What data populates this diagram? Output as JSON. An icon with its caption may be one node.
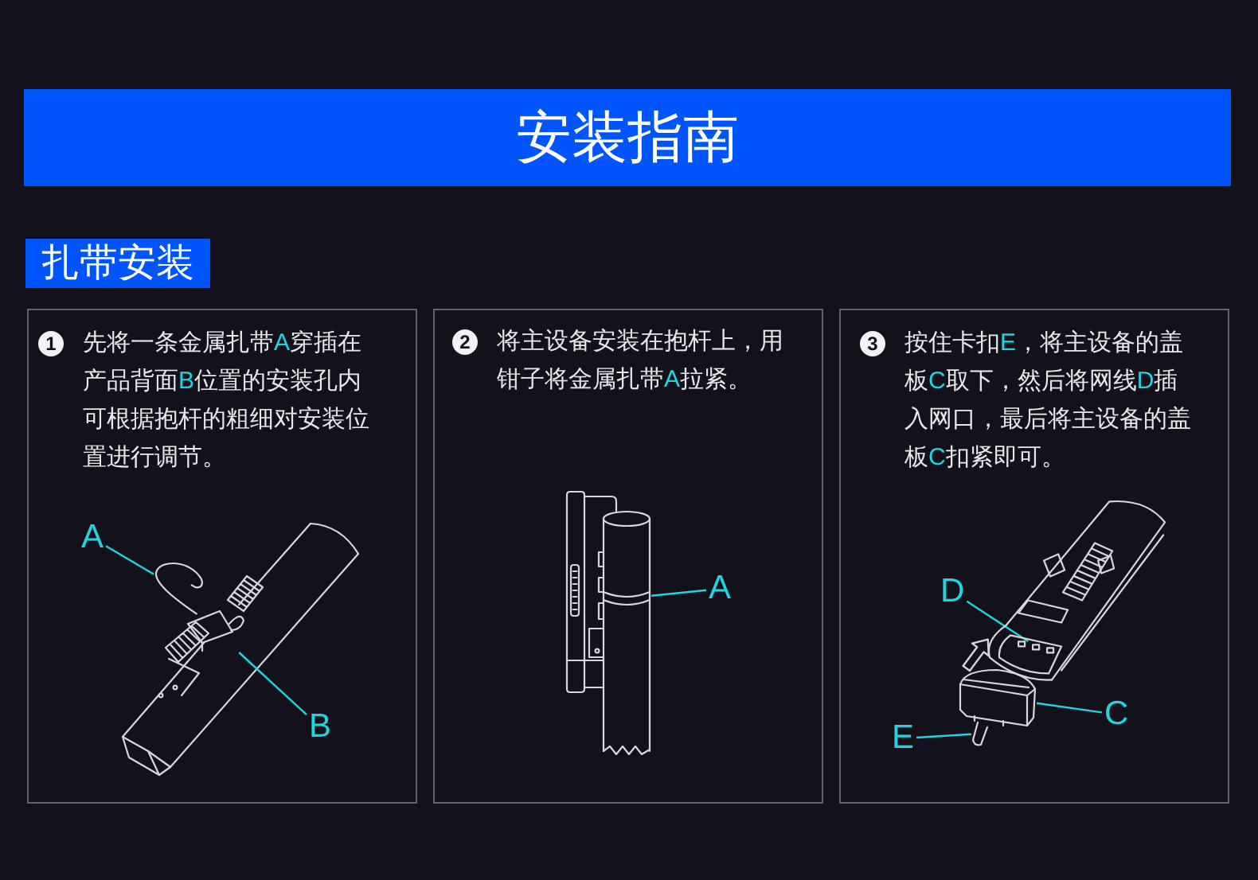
{
  "diagram": {
    "title": "安装指南",
    "nodes": [
      {
        "text": [
          "扎带安装"
        ]
      },
      {
        "text": [
          "先将一条金属扎带A穿插在产品背面B位置的安装孔内可根据抱杆的粗细对安装位置进行调节。"
        ]
      },
      {
        "text": [
          "1"
        ],
        "in": 1
      },
      {
        "text": [
          "A"
        ],
        "in": 1
      },
      {
        "text": [],
        "shape": "picture",
        "in": 1
      },
      {
        "text": [
          "B"
        ],
        "in": 1
      },
      {
        "text": [],
        "shape": "picture",
        "in": 1
      },
      {
        "text": [
          "将主设备安装在抱杆上，用钳子将金属扎带A拉紧。"
        ]
      },
      {
        "text": [
          "2"
        ],
        "in": 7
      },
      {
        "text": [],
        "shape": "picture",
        "in": 7
      },
      {
        "text": [
          "A"
        ],
        "in": 7
      },
      {
        "text": [
          "按住卡扣E，将主设备的盖板C取下，然后将网线D插入网口，最后将主设备的盖板C扣紧即可。"
        ]
      },
      {
        "text": [
          "3"
        ],
        "in": 11
      },
      {
        "text": [],
        "shape": "picture",
        "in": 11
      },
      {
        "text": [
          "D"
        ],
        "in": 11
      },
      {
        "text": [],
        "shape": "picture",
        "in": 13
      },
      {
        "text": [],
        "shape": "picture",
        "in": 11
      },
      {
        "text": [
          "C"
        ],
        "in": 11
      },
      {
        "text": [
          "E"
        ],
        "in": 11
      },
      {
        "text": [],
        "shape": "picture",
        "in": 11
      }
    ],
    "edges": [
      {
        "from": 3,
        "to": 4,
        "arrow": "none"
      },
      {
        "from": 5,
        "to": 6,
        "arrow": "none"
      },
      {
        "from": 10,
        "to": 9,
        "arrow": "none"
      },
      {
        "from": 14,
        "to": 15,
        "arrow": "none"
      },
      {
        "from": 17,
        "to": 16,
        "arrow": "none"
      },
      {
        "from": 18,
        "to": 19,
        "arrow": "none"
      },
      {
        "from": 16,
        "to": 13,
        "arrow": "to",
        "color": "#d6d6dc"
      }
    ]
  }
}
